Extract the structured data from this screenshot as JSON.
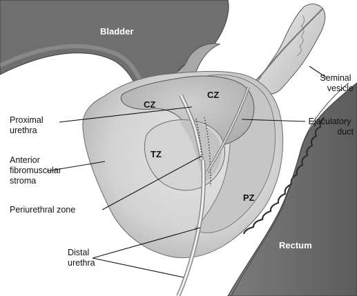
{
  "organs": {
    "bladder": "Bladder",
    "rectum": "Rectum"
  },
  "zones": {
    "cz_left": "CZ",
    "cz_right": "CZ",
    "tz": "TZ",
    "pz": "PZ"
  },
  "callouts": {
    "seminal_vesicle": [
      "Seminal",
      "vesicle"
    ],
    "proximal_urethra": [
      "Proximal",
      "urethra"
    ],
    "ejaculatory_duct": [
      "Ejaculatory",
      "duct"
    ],
    "anterior_fibromuscular_stroma": [
      "Anterior",
      "fibromuscular",
      "stroma"
    ],
    "periurethral_zone": [
      "Periurethral zone"
    ],
    "distal_urethra": [
      "Distal",
      "urethra"
    ]
  },
  "colors": {
    "dark_organ": "#6e6e6e",
    "prostate_outer": "#d6d6d6",
    "prostate_inner": "#c4c4c4",
    "central_zone": "#bcbcbc",
    "transition_zone": "#cdcdcd",
    "background": "#ffffff"
  }
}
